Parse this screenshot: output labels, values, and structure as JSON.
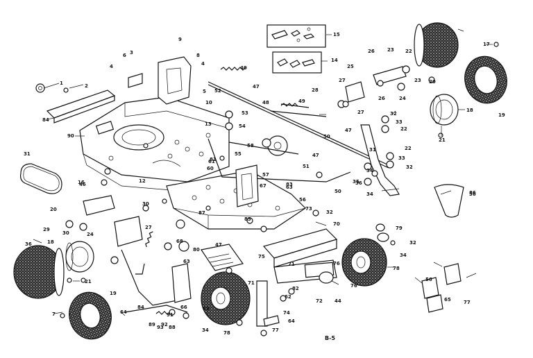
{
  "page_number": "B-5",
  "labels": {
    "l1": "1",
    "l2": "2",
    "l3": "3",
    "l4": "4",
    "l5": "5",
    "l6": "6",
    "l7": "7",
    "l8": "8",
    "l9": "9",
    "l10": "10",
    "l12": "12",
    "l13": "13",
    "l14": "14",
    "l15": "15",
    "l16": "16",
    "l17": "17",
    "l18": "18",
    "l19": "19",
    "l20": "20",
    "l21": "21",
    "l22": "22",
    "l23": "23",
    "l24": "24",
    "l25": "25",
    "l26": "26",
    "l27": "27",
    "l28": "28",
    "l29": "29",
    "l30": "30",
    "l31": "31",
    "l32": "32",
    "l33": "33",
    "l34": "34",
    "l35": "35",
    "l36": "36",
    "l40": "40",
    "l44": "44",
    "l46": "46",
    "l47": "47",
    "l48": "48",
    "l49": "49",
    "l50": "50",
    "l51": "51",
    "l52": "52",
    "l53": "53",
    "l54": "54",
    "l55": "55",
    "l56": "56",
    "l57": "57",
    "l58": "58",
    "l60": "60",
    "l61": "61",
    "l62": "62",
    "l63": "63",
    "l64": "64",
    "l65": "65",
    "l66": "66",
    "l67": "67",
    "l68": "68",
    "l69": "69",
    "l70": "70",
    "l71": "71",
    "l72": "72",
    "l73": "73",
    "l74": "74",
    "l75": "75",
    "l76": "76",
    "l77": "77",
    "l78": "78",
    "l79": "79",
    "l80": "80",
    "l81": "81",
    "l82": "82",
    "l83": "83",
    "l84": "84",
    "l85": "85",
    "l86": "86",
    "l87": "87",
    "l88": "88",
    "l89": "89",
    "l90": "90",
    "l91": "91",
    "l92": "92",
    "l93": "93"
  }
}
